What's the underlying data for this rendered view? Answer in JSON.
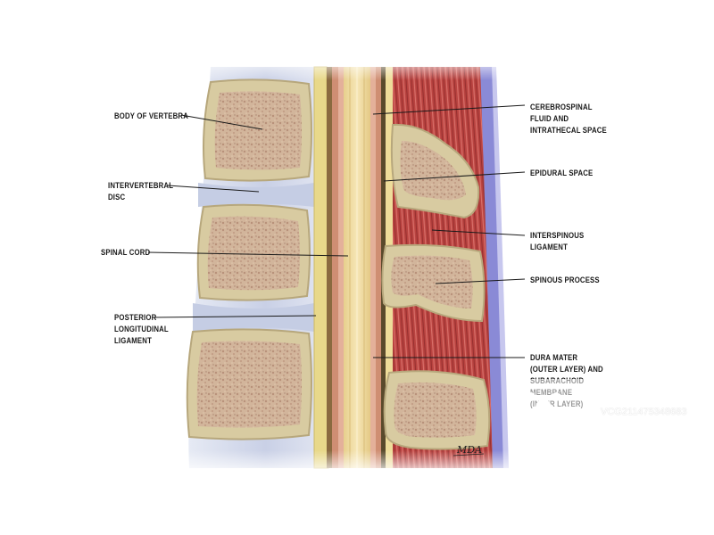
{
  "labels": {
    "body_of_vertebra": "BODY OF VERTEBRA",
    "intervertebral_disc": "INTERVERTEBRAL\nDISC",
    "spinal_cord": "SPINAL CORD",
    "posterior_longitudinal_ligament": "POSTERIOR\nLONGITUDINAL\nLIGAMENT",
    "cerebrospinal_fluid": "CEREBROSPINAL\nFLUID AND\nINTRATHECAL SPACE",
    "epidural_space": "EPIDURAL SPACE",
    "interspinous_ligament": "INTERSPINOUS\nLIGAMENT",
    "spinous_process": "SPINOUS PROCESS",
    "dura_mater": "DURA MATER\n(OUTER LAYER) AND\nSUBARACHOID\nMEMBRANE\n(INNER LAYER)"
  },
  "artist_signature": "MDA",
  "watermark": {
    "text": "VCG211475348683"
  },
  "colors": {
    "bone": "#d9cda4",
    "bone_spongy": "#c9a88e",
    "disc": "#cfd6ea",
    "cord": "#efdca0",
    "dura": "#d69a83",
    "muscle": "#b8433f",
    "fascia": "#8f8fd6",
    "ligament": "#e9d98a"
  }
}
